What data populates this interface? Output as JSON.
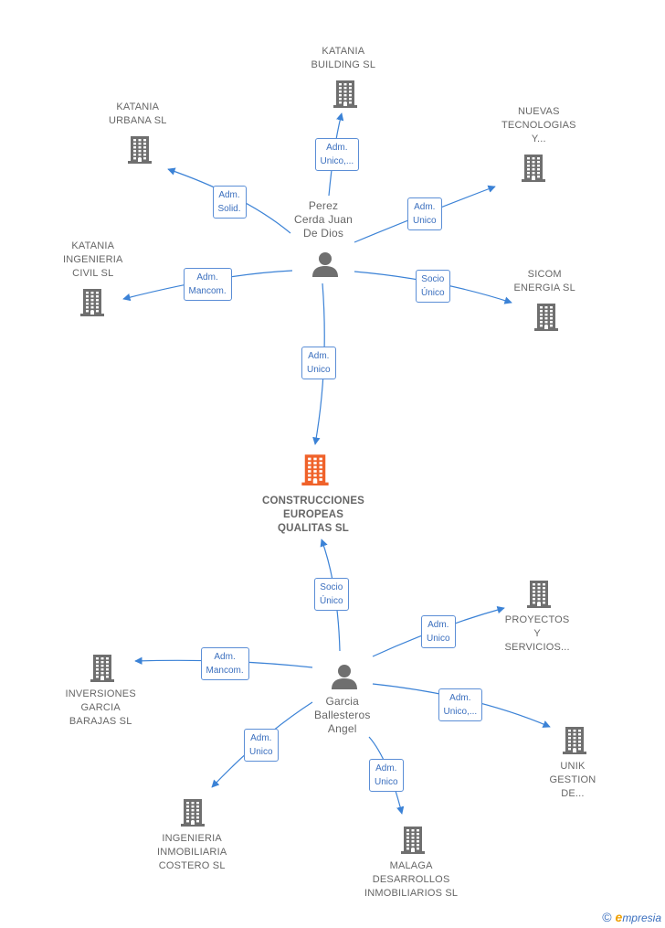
{
  "colors": {
    "edge": "#3b82d6",
    "icon_gray": "#6f6f6f",
    "icon_center": "#f0622a",
    "text": "#666666"
  },
  "center": {
    "name": "CONSTRUCCIONES\nEUROPEAS\nQUALITAS  SL",
    "icon": "building-icon"
  },
  "persons": [
    {
      "id": "p1",
      "name": "Perez\nCerda Juan\nDe Dios",
      "icon": "person-icon"
    },
    {
      "id": "p2",
      "name": "Garcia\nBallesteros\nAngel",
      "icon": "person-icon"
    }
  ],
  "companies": [
    {
      "id": "c1",
      "name": "KATANIA\nBUILDING SL",
      "icon": "building-icon"
    },
    {
      "id": "c2",
      "name": "KATANIA\nURBANA SL",
      "icon": "building-icon"
    },
    {
      "id": "c3",
      "name": "NUEVAS\nTECNOLOGIAS\nY...",
      "icon": "building-icon"
    },
    {
      "id": "c4",
      "name": "KATANIA\nINGENIERIA\nCIVIL SL",
      "icon": "building-icon"
    },
    {
      "id": "c5",
      "name": "SICOM\nENERGIA  SL",
      "icon": "building-icon"
    },
    {
      "id": "c6",
      "name": "PROYECTOS\nY\nSERVICIOS...",
      "icon": "building-icon"
    },
    {
      "id": "c7",
      "name": "INVERSIONES\nGARCIA\nBARAJAS SL",
      "icon": "building-icon"
    },
    {
      "id": "c8",
      "name": "UNIK\nGESTION\nDE...",
      "icon": "building-icon"
    },
    {
      "id": "c9",
      "name": "INGENIERIA\nINMOBILIARIA\nCOSTERO SL",
      "icon": "building-icon"
    },
    {
      "id": "c10",
      "name": "MALAGA\nDESARROLLOS\nINMOBILIARIOS SL",
      "icon": "building-icon"
    }
  ],
  "edges": [
    {
      "from": "p1",
      "to": "c1",
      "label": "Adm.\nUnico,..."
    },
    {
      "from": "p1",
      "to": "c2",
      "label": "Adm.\nSolid."
    },
    {
      "from": "p1",
      "to": "c3",
      "label": "Adm.\nUnico"
    },
    {
      "from": "p1",
      "to": "c4",
      "label": "Adm.\nMancom."
    },
    {
      "from": "p1",
      "to": "c5",
      "label": "Socio\nÚnico"
    },
    {
      "from": "p1",
      "to": "center",
      "label": "Adm.\nUnico"
    },
    {
      "from": "p2",
      "to": "center",
      "label": "Socio\nÚnico"
    },
    {
      "from": "p2",
      "to": "c6",
      "label": "Adm.\nUnico"
    },
    {
      "from": "p2",
      "to": "c7",
      "label": "Adm.\nMancom."
    },
    {
      "from": "p2",
      "to": "c8",
      "label": "Adm.\nUnico,..."
    },
    {
      "from": "p2",
      "to": "c9",
      "label": "Adm.\nUnico"
    },
    {
      "from": "p2",
      "to": "c10",
      "label": "Adm.\nUnico"
    }
  ],
  "footer": {
    "copyright": "©",
    "brand_first": "e",
    "brand_rest": "mpresia"
  }
}
